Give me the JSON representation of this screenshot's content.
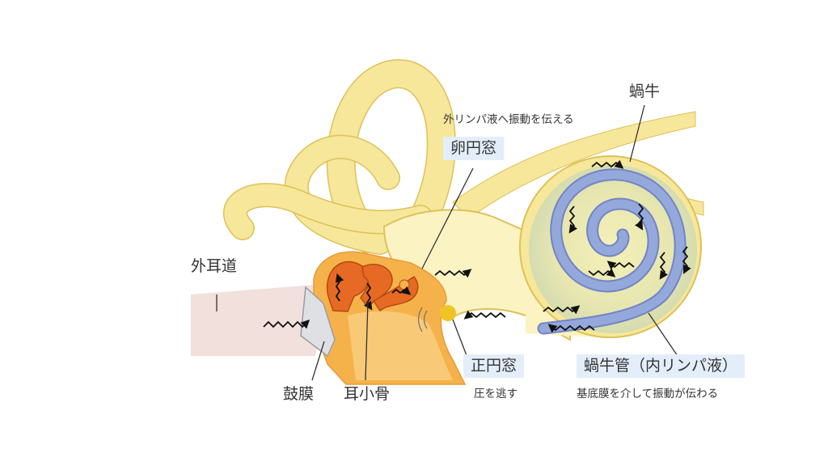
{
  "labels": {
    "outer_canal": "外耳道",
    "eardrum": "鼓膜",
    "ossicles": "耳小骨",
    "oval_window": "卵円窓",
    "oval_window_note": "外リンパ液へ振動を伝える",
    "round_window": "正円窓",
    "round_window_note": "圧を逃す",
    "cochlea": "蝸牛",
    "cochlear_duct": "蝸牛管（内リンパ液）",
    "cochlear_duct_note": "基底膜を介して振動が伝わる"
  },
  "colors": {
    "bone": "#f7e79a",
    "bone_outline": "#ddc15a",
    "vestibule_fill": "#fbf3c2",
    "middle_ear": "#f6b24a",
    "middle_ear_light": "#fad48a",
    "ossicle": "#e66a24",
    "canal_skin": "#f1e0db",
    "eardrum": "#dfe0e4",
    "cochlear_duct": "#95a8dc",
    "cochlear_duct_outline": "#7384c3",
    "round_window": "#f0c424",
    "label_box": "#e3eefa"
  }
}
